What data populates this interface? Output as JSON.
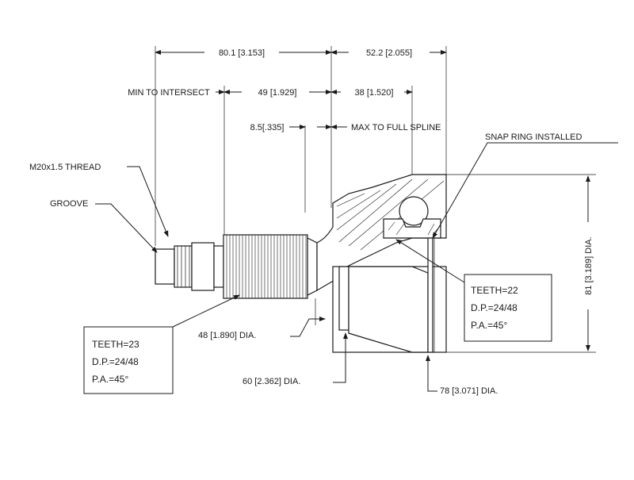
{
  "dimensions": {
    "overall_left": "80.1 [3.153]",
    "overall_right": "52.2 [2.055]",
    "min_to_intersect_label": "MIN TO INTERSECT",
    "intersect_value": "49 [1.929]",
    "full_spline_value": "38 [1.520]",
    "groove_offset": "8.5[.335]",
    "max_full_spline_label": "MAX TO FULL SPLINE",
    "shaft_dia": "48 [1.890] DIA.",
    "bell_dia": "60 [2.362] DIA.",
    "housing_dia": "78 [3.071] DIA.",
    "outer_dia": "81 [3.189] DIA."
  },
  "callouts": {
    "thread": "M20x1.5 THREAD",
    "groove": "GROOVE",
    "snap_ring": "SNAP RING INSTALLED"
  },
  "spec_left": {
    "teeth": "TEETH=23",
    "dp": "D.P.=24/48",
    "pa": "P.A.=45°"
  },
  "spec_right": {
    "teeth": "TEETH=22",
    "dp": "D.P.=24/48",
    "pa": "P.A.=45°"
  }
}
